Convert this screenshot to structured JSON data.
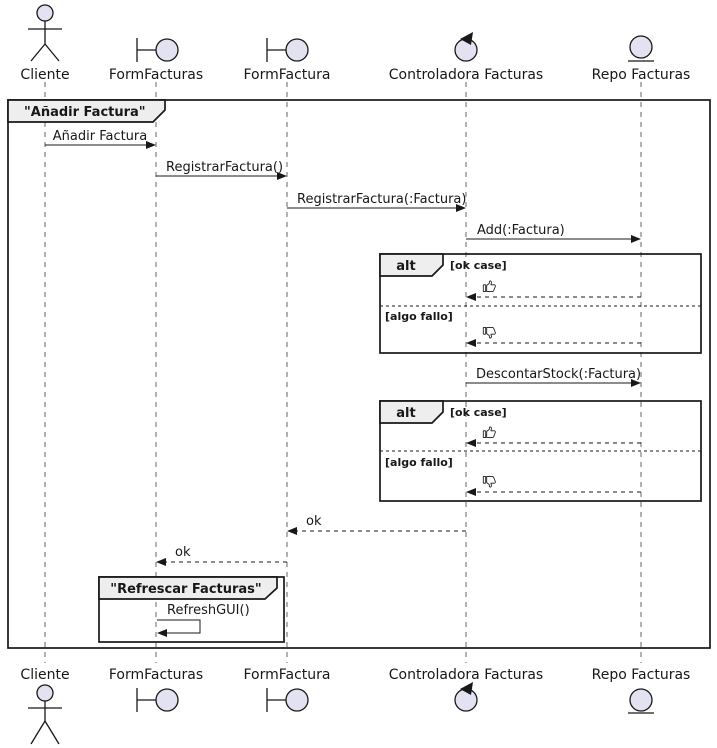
{
  "diagram": {
    "type": "uml-sequence-diagram",
    "frame": {
      "title": "\"Añadir Factura\""
    },
    "group_frame": {
      "title": "\"Refrescar Facturas\""
    },
    "participants": [
      {
        "name": "Cliente",
        "icon": "actor-icon"
      },
      {
        "name": "FormFacturas",
        "icon": "boundary-icon"
      },
      {
        "name": "FormFactura",
        "icon": "boundary-icon"
      },
      {
        "name": "Controladora Facturas",
        "icon": "control-icon"
      },
      {
        "name": "Repo Facturas",
        "icon": "entity-icon"
      }
    ],
    "messages": [
      {
        "from": "Cliente",
        "to": "FormFacturas",
        "label": "Añadir Factura",
        "line": "solid"
      },
      {
        "from": "FormFacturas",
        "to": "FormFactura",
        "label": "RegistrarFactura()",
        "line": "solid"
      },
      {
        "from": "FormFactura",
        "to": "Controladora Facturas",
        "label": "RegistrarFactura(:Factura)",
        "line": "solid"
      },
      {
        "from": "Controladora Facturas",
        "to": "Repo Facturas",
        "label": "Add(:Factura)",
        "line": "solid"
      },
      {
        "from": "Repo Facturas",
        "to": "Controladora Facturas",
        "label": "👍",
        "icon": "thumbs-up-icon",
        "line": "dashed",
        "fragment": "alt-1 [ok case]"
      },
      {
        "from": "Repo Facturas",
        "to": "Controladora Facturas",
        "label": "👎",
        "icon": "thumbs-down-icon",
        "line": "dashed",
        "fragment": "alt-1 [algo fallo]"
      },
      {
        "from": "Controladora Facturas",
        "to": "Repo Facturas",
        "label": "DescontarStock(:Factura)",
        "line": "solid"
      },
      {
        "from": "Repo Facturas",
        "to": "Controladora Facturas",
        "label": "👍",
        "icon": "thumbs-up-icon",
        "line": "dashed",
        "fragment": "alt-2 [ok case]"
      },
      {
        "from": "Repo Facturas",
        "to": "Controladora Facturas",
        "label": "👎",
        "icon": "thumbs-down-icon",
        "line": "dashed",
        "fragment": "alt-2 [algo fallo]"
      },
      {
        "from": "Controladora Facturas",
        "to": "FormFactura",
        "label": "ok",
        "line": "dashed"
      },
      {
        "from": "FormFactura",
        "to": "FormFacturas",
        "label": "ok",
        "line": "dashed"
      },
      {
        "from": "FormFacturas",
        "to": "FormFacturas",
        "label": "RefreshGUI()",
        "line": "self"
      }
    ],
    "fragments": [
      {
        "operator": "alt",
        "guards": [
          "[ok case]",
          "[algo fallo]"
        ]
      },
      {
        "operator": "alt",
        "guards": [
          "[ok case]",
          "[algo fallo]"
        ]
      }
    ],
    "colors": {
      "participant_fill": "#E2E2F0",
      "frame_header_fill": "#EEEEEE",
      "line": "#181818",
      "lifeline": "#666666",
      "background": "#FFFFFF"
    }
  }
}
